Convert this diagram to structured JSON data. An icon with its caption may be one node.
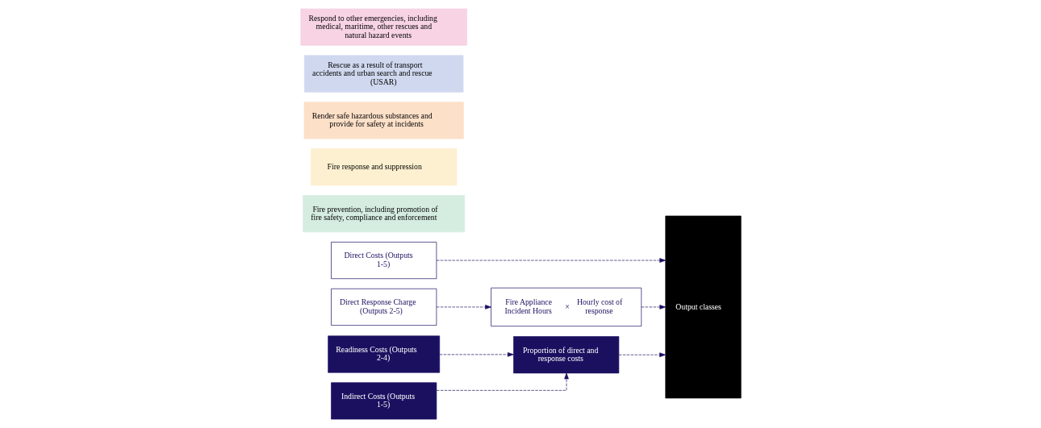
{
  "diagram": {
    "nodes": [
      {
        "text": [
          "Direct Costs (Outputs 1-5)"
        ]
      },
      {
        "text": [
          "Direct Response Charge (Outputs 2-5)"
        ]
      },
      {
        "text": [
          "Fire Appliance Incident Hours",
          "×",
          "Hourly cost of response"
        ]
      },
      {
        "text": [
          "Readiness Costs (Outputs 2-4)"
        ]
      },
      {
        "text": [
          "Indirect Costs (Outputs 1-5)"
        ]
      },
      {
        "text": [
          "Proportion of direct and response costs"
        ]
      },
      {
        "text": [
          "Output classes"
        ]
      },
      {
        "text": [
          "Fire prevention, including promotion of fire safety, compliance and enforcement"
        ]
      },
      {
        "text": [
          "Fire response and suppression"
        ]
      },
      {
        "text": [
          "Render safe hazardous substances and provide for safety at incidents"
        ]
      },
      {
        "text": [
          "Rescue as a result of transport accidents and urban search and rescue (USAR)"
        ]
      },
      {
        "text": [
          "Respond to other emergencies, including medical, maritime, other rescues and natural hazard events"
        ]
      }
    ],
    "edges": [
      {
        "from": 0,
        "to": 6,
        "arrow": "to",
        "style": "dashed"
      },
      {
        "from": 1,
        "to": 2,
        "arrow": "to",
        "style": "dashed"
      },
      {
        "from": 2,
        "to": 6,
        "arrow": "to",
        "style": "dashed"
      },
      {
        "from": 3,
        "to": 5,
        "arrow": "to",
        "style": "dashed"
      },
      {
        "from": 4,
        "to": 5,
        "arrow": "to",
        "style": "dashed"
      },
      {
        "from": 5,
        "to": 6,
        "arrow": "to",
        "style": "dashed"
      }
    ]
  }
}
